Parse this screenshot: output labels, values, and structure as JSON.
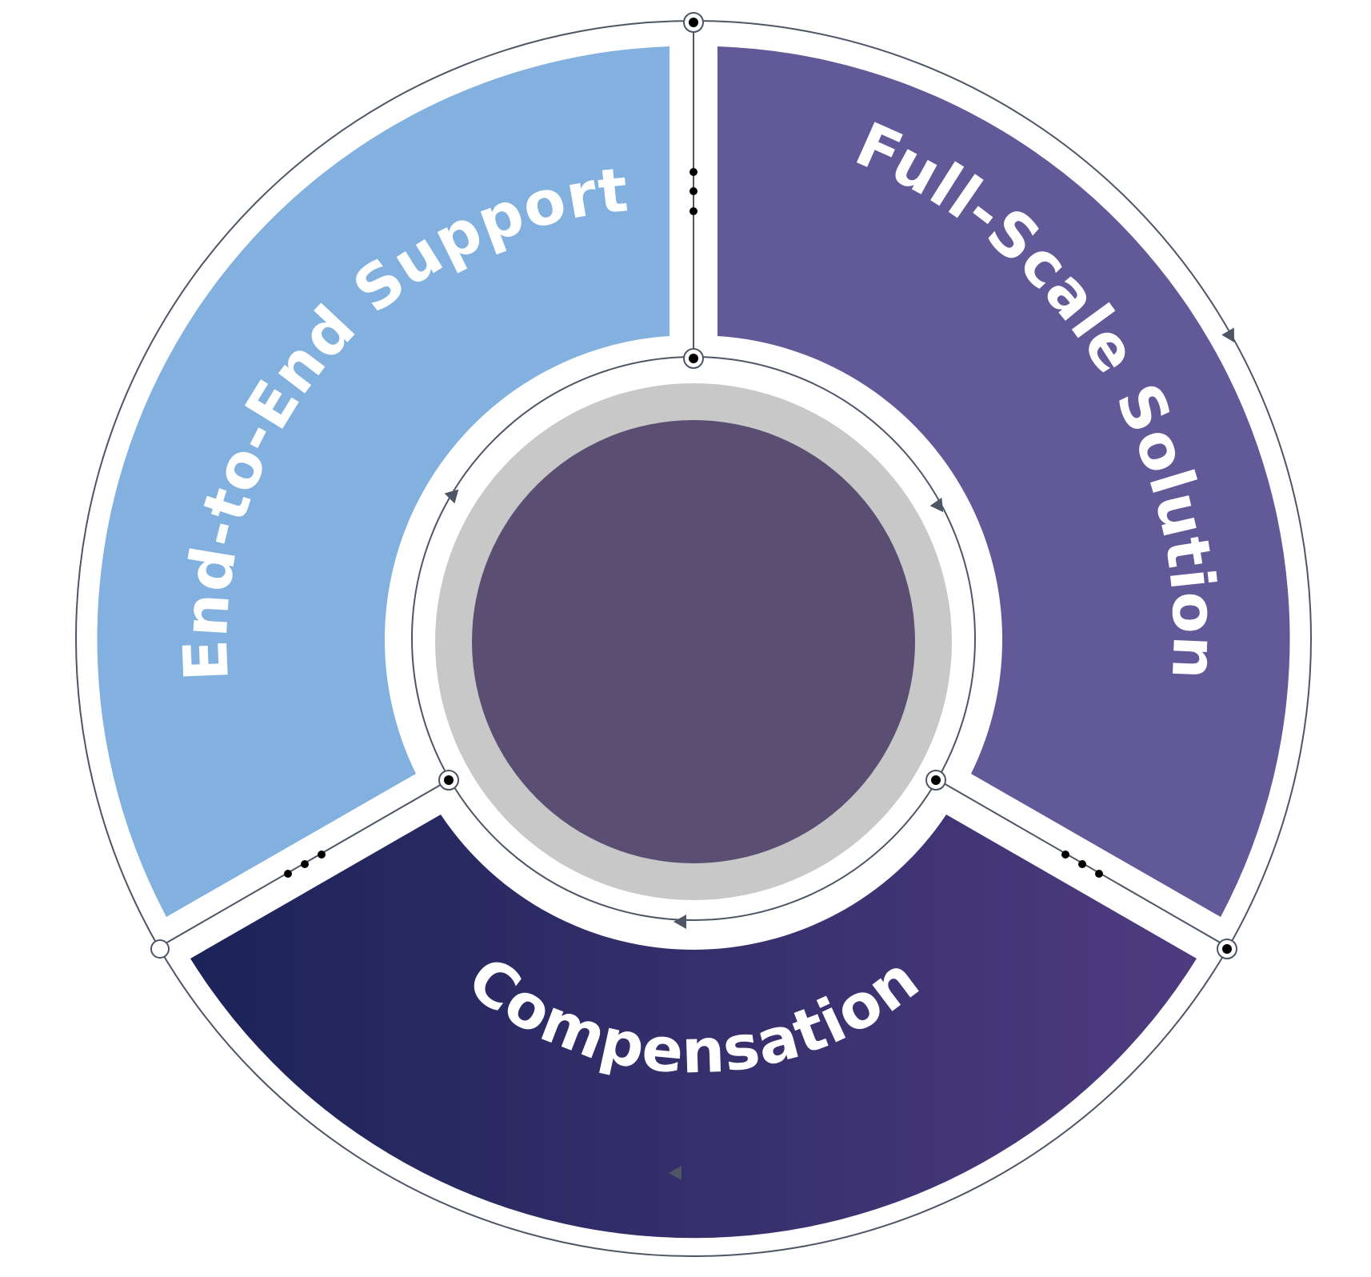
{
  "diagram": {
    "segments": [
      {
        "id": "end-to-end-support",
        "label": "End-to-End Support",
        "color": "#82B1DF"
      },
      {
        "id": "full-scale-solution",
        "label": "Full-Scale Solution",
        "color": "#625A98"
      },
      {
        "id": "compensation",
        "label": "Compensation",
        "gradient": [
          "#1C2358",
          "#4E3B7F"
        ]
      }
    ],
    "colors": {
      "line": "#4E5666",
      "text": "#FFFFFF",
      "inner_ring": "#C8C8C8",
      "hub": "#5A4F72",
      "background": "#FFFFFF"
    }
  }
}
